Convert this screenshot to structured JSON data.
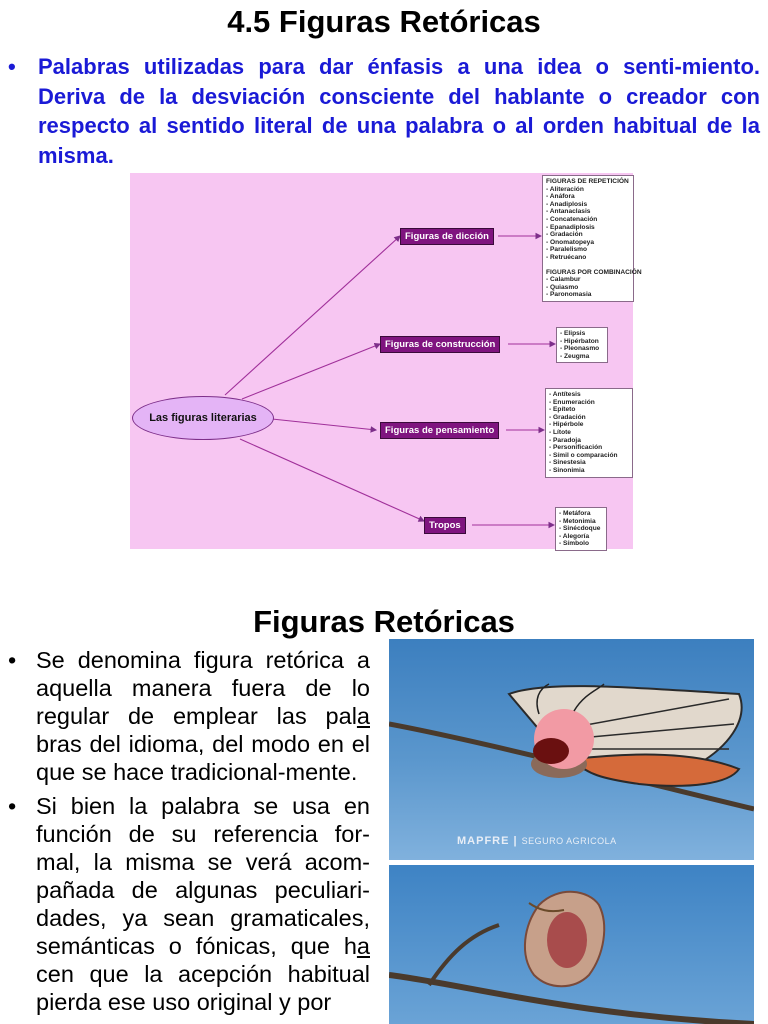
{
  "slide1": {
    "title": "4.5 Figuras Retóricas",
    "bullet": "•",
    "intro": "Palabras utilizadas para dar énfasis a una idea o senti-miento. Deriva de la desviación consciente del hablante o creador con respecto al sentido literal de una palabra o al orden habitual de la misma."
  },
  "diagram": {
    "root": "Las figuras literarias",
    "branches": [
      {
        "label": "Figuras de dicción",
        "groups": [
          {
            "heading": "FIGURAS DE REPETICIÓN",
            "items": [
              "- Aliteración",
              "- Anáfora",
              "- Anadiplosis",
              "- Antanaclasis",
              "- Concatenación",
              "- Epanadiplosis",
              "- Gradación",
              "- Onomatopeya",
              "- Paralelismo",
              "- Retruécano"
            ]
          },
          {
            "heading": "FIGURAS POR COMBINACIÓN",
            "items": [
              "- Calambur",
              "- Quiasmo",
              "- Paronomasia"
            ]
          }
        ]
      },
      {
        "label": "Figuras de construcción",
        "items": [
          "- Elipsis",
          "- Hipérbaton",
          "- Pleonasmo",
          "- Zeugma"
        ]
      },
      {
        "label": "Figuras de pensamiento",
        "items": [
          "- Antítesis",
          "- Enumeración",
          "- Epíteto",
          "- Gradación",
          "- Hipérbole",
          "- Lítote",
          "- Paradoja",
          "- Personificación",
          "- Símil o comparación",
          "- Sinestesia",
          "- Sinonimia"
        ]
      },
      {
        "label": "Tropos",
        "items": [
          "- Metáfora",
          "- Metonimia",
          "- Sinécdoque",
          "- Alegoría",
          "- Símbolo"
        ]
      }
    ]
  },
  "slide2": {
    "title": "Figuras Retóricas",
    "bullet": "•",
    "p1_a": "Se denomina figura retórica a aquella manera fuera de lo regular de emplear las pal",
    "p1_u": "a",
    "p1_b": " bras del idioma, del modo en el que se hace tradicional-mente.",
    "p2_a": "Si bien la palabra se usa en función de su referencia for-mal, la misma se verá acom-pañada de algunas peculiari-dades, ya sean gramaticales, semánticas o fónicas, que h",
    "p2_u": "a",
    "p2_b": " cen que la acepción habitual pierda ese uso original y por"
  },
  "photo": {
    "logo_brand": "MAPFRE",
    "logo_sep": "|",
    "logo_tagline": "SEGURO AGRICOLA"
  },
  "colors": {
    "intro_text": "#1a1ad6",
    "diagram_bg": "#f7c6f2",
    "node_fill": "#7f147f",
    "root_fill": "#e4b4f6"
  }
}
